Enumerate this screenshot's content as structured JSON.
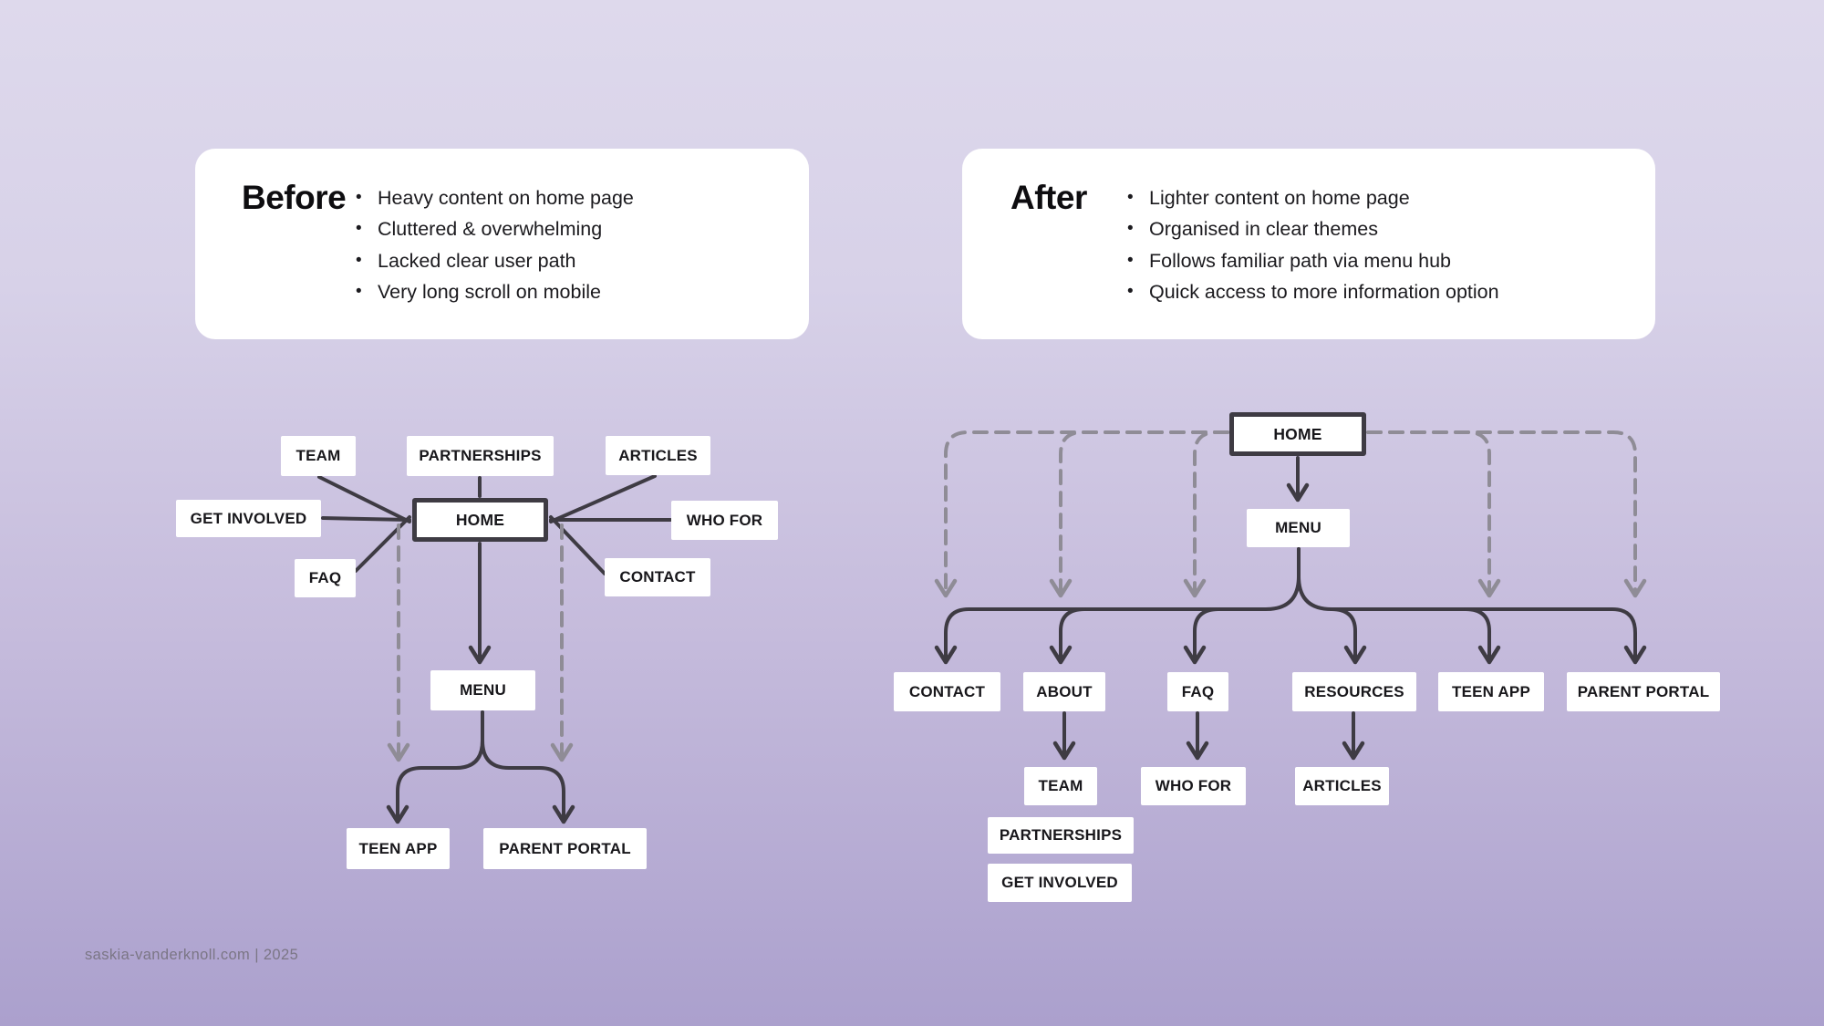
{
  "cards": {
    "before": {
      "title": "Before",
      "bullets": [
        "Heavy content on home page",
        "Cluttered & overwhelming",
        "Lacked clear user path",
        "Very long scroll on mobile"
      ]
    },
    "after": {
      "title": "After",
      "bullets": [
        "Lighter content on home page",
        "Organised in clear themes",
        "Follows familiar path via menu hub",
        "Quick access to more information option"
      ]
    }
  },
  "diagram_before": {
    "nodes": {
      "home": "HOME",
      "team": "TEAM",
      "partnerships": "PARTNERSHIPS",
      "articles": "ARTICLES",
      "get_involved": "GET INVOLVED",
      "who_for": "WHO FOR",
      "faq": "FAQ",
      "contact": "CONTACT",
      "menu": "MENU",
      "teen_app": "TEEN APP",
      "parent_portal": "PARENT PORTAL"
    }
  },
  "diagram_after": {
    "nodes": {
      "home": "HOME",
      "menu": "MENU",
      "contact": "CONTACT",
      "about": "ABOUT",
      "faq": "FAQ",
      "resources": "RESOURCES",
      "teen_app": "TEEN APP",
      "parent_portal": "PARENT PORTAL",
      "team": "TEAM",
      "who_for": "WHO FOR",
      "articles": "ARTICLES",
      "partnerships": "PARTNERSHIPS",
      "get_involved": "GET INVOLVED"
    }
  },
  "footer": {
    "credit": "saskia-vanderknoll.com  |  2025"
  },
  "colors": {
    "background_top": "#ded9ec",
    "background_bottom": "#aba0cd",
    "card_background": "#ffffff",
    "solid_line": "#3e3b43",
    "dashed_line": "#8f8c96",
    "text": "#18171b"
  }
}
